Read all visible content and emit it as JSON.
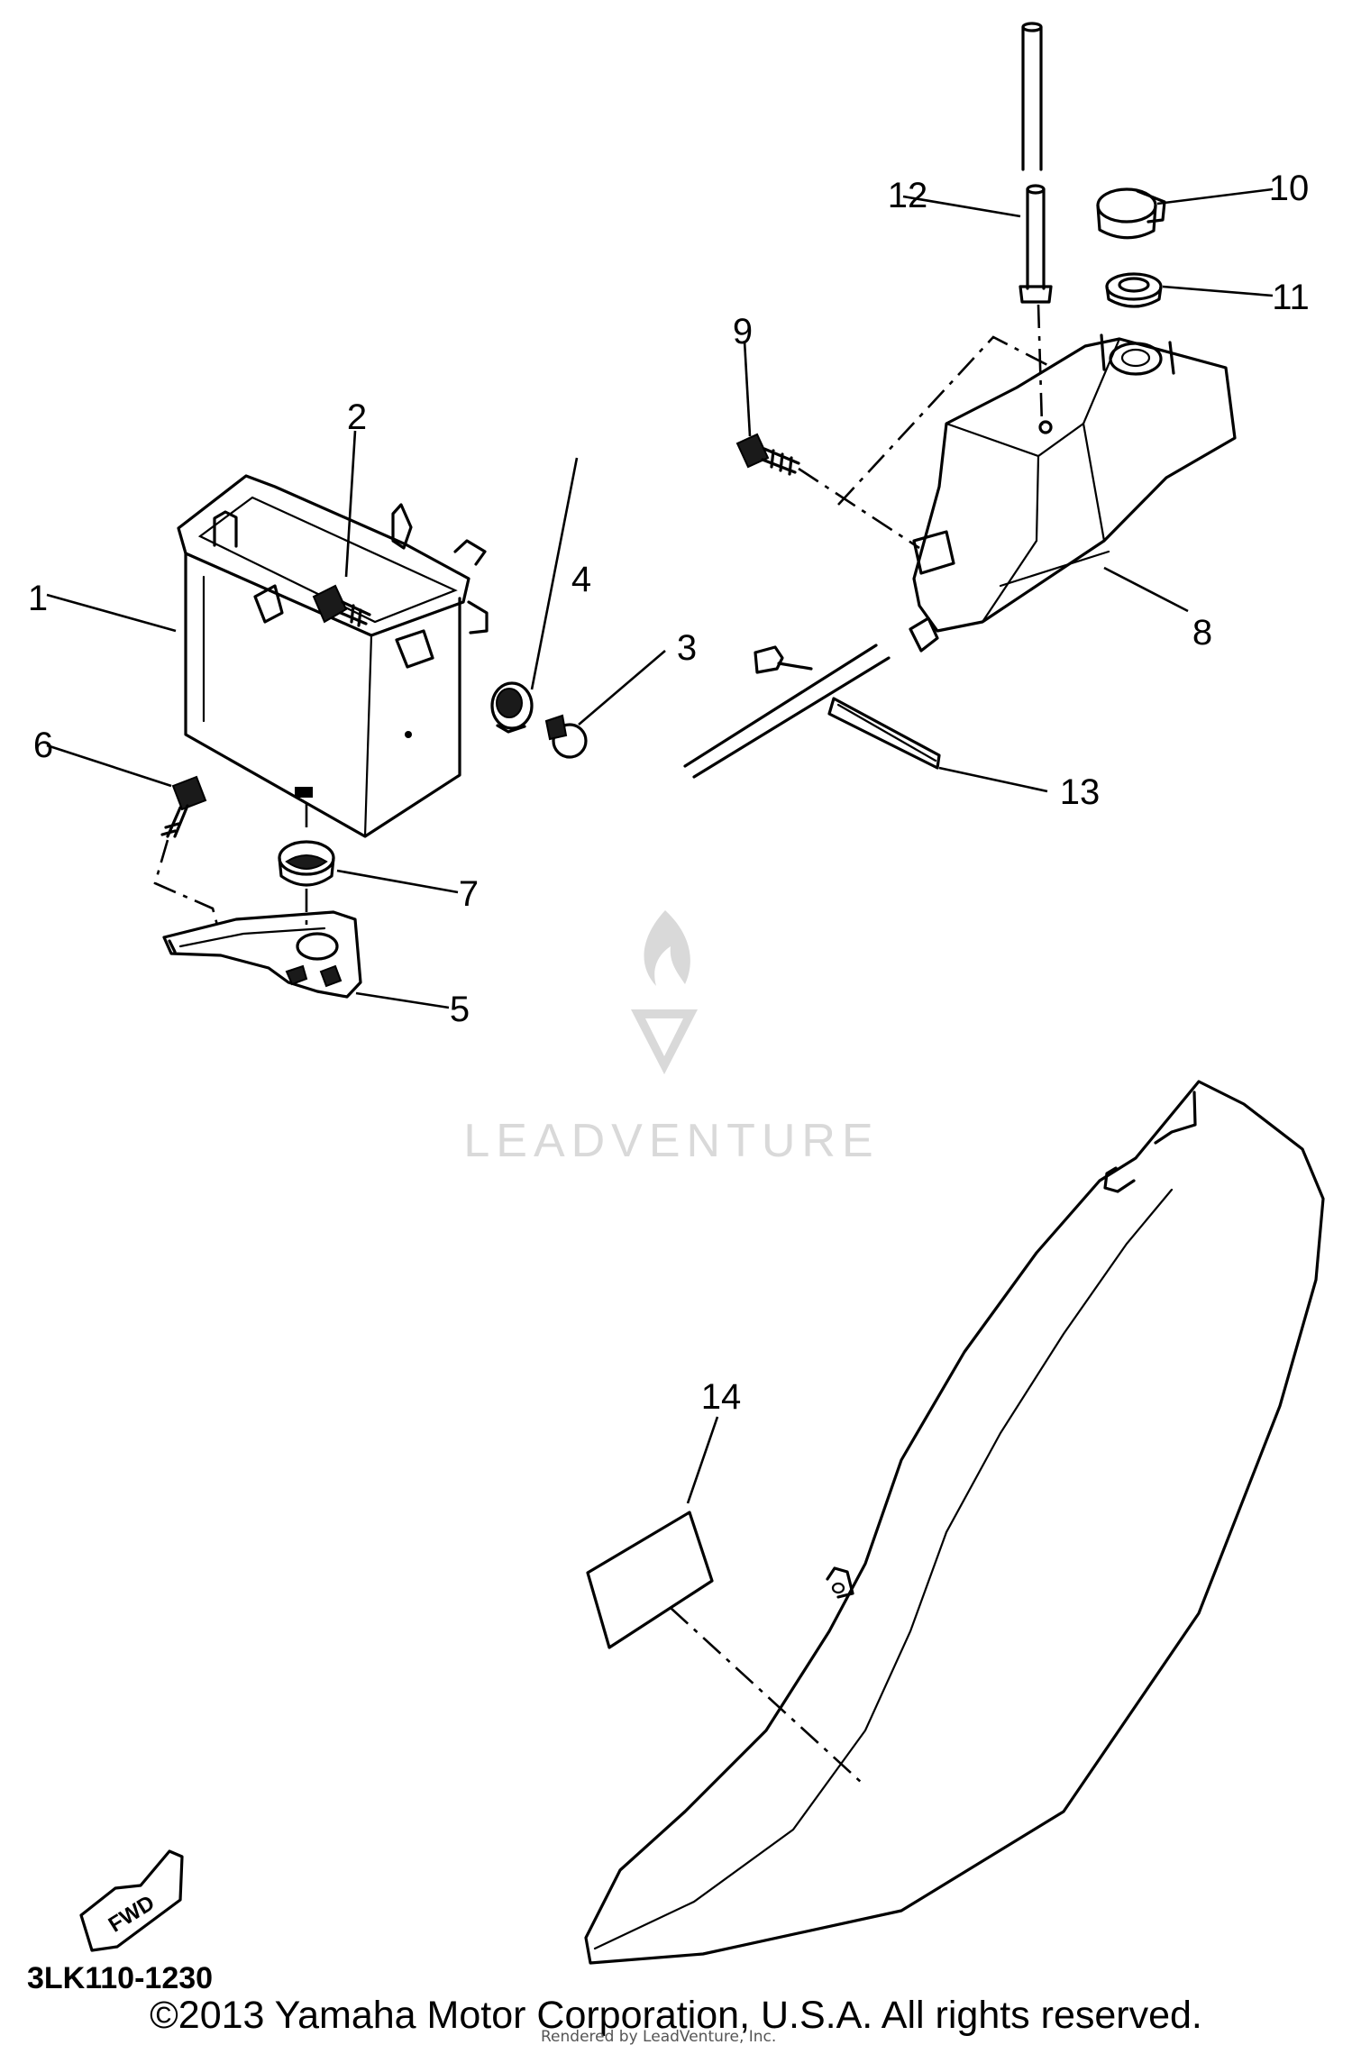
{
  "diagram": {
    "callouts": [
      "1",
      "2",
      "3",
      "4",
      "5",
      "6",
      "7",
      "8",
      "9",
      "10",
      "11",
      "12",
      "13",
      "14"
    ],
    "fwd_label": "FWD",
    "part_code": "3LK110-1230",
    "watermark": "LEADVENTURE"
  },
  "footer": {
    "copyright": "©2013 Yamaha Motor Corporation, U.S.A. All rights reserved.",
    "subline": "Rendered by LeadVenture, Inc."
  }
}
